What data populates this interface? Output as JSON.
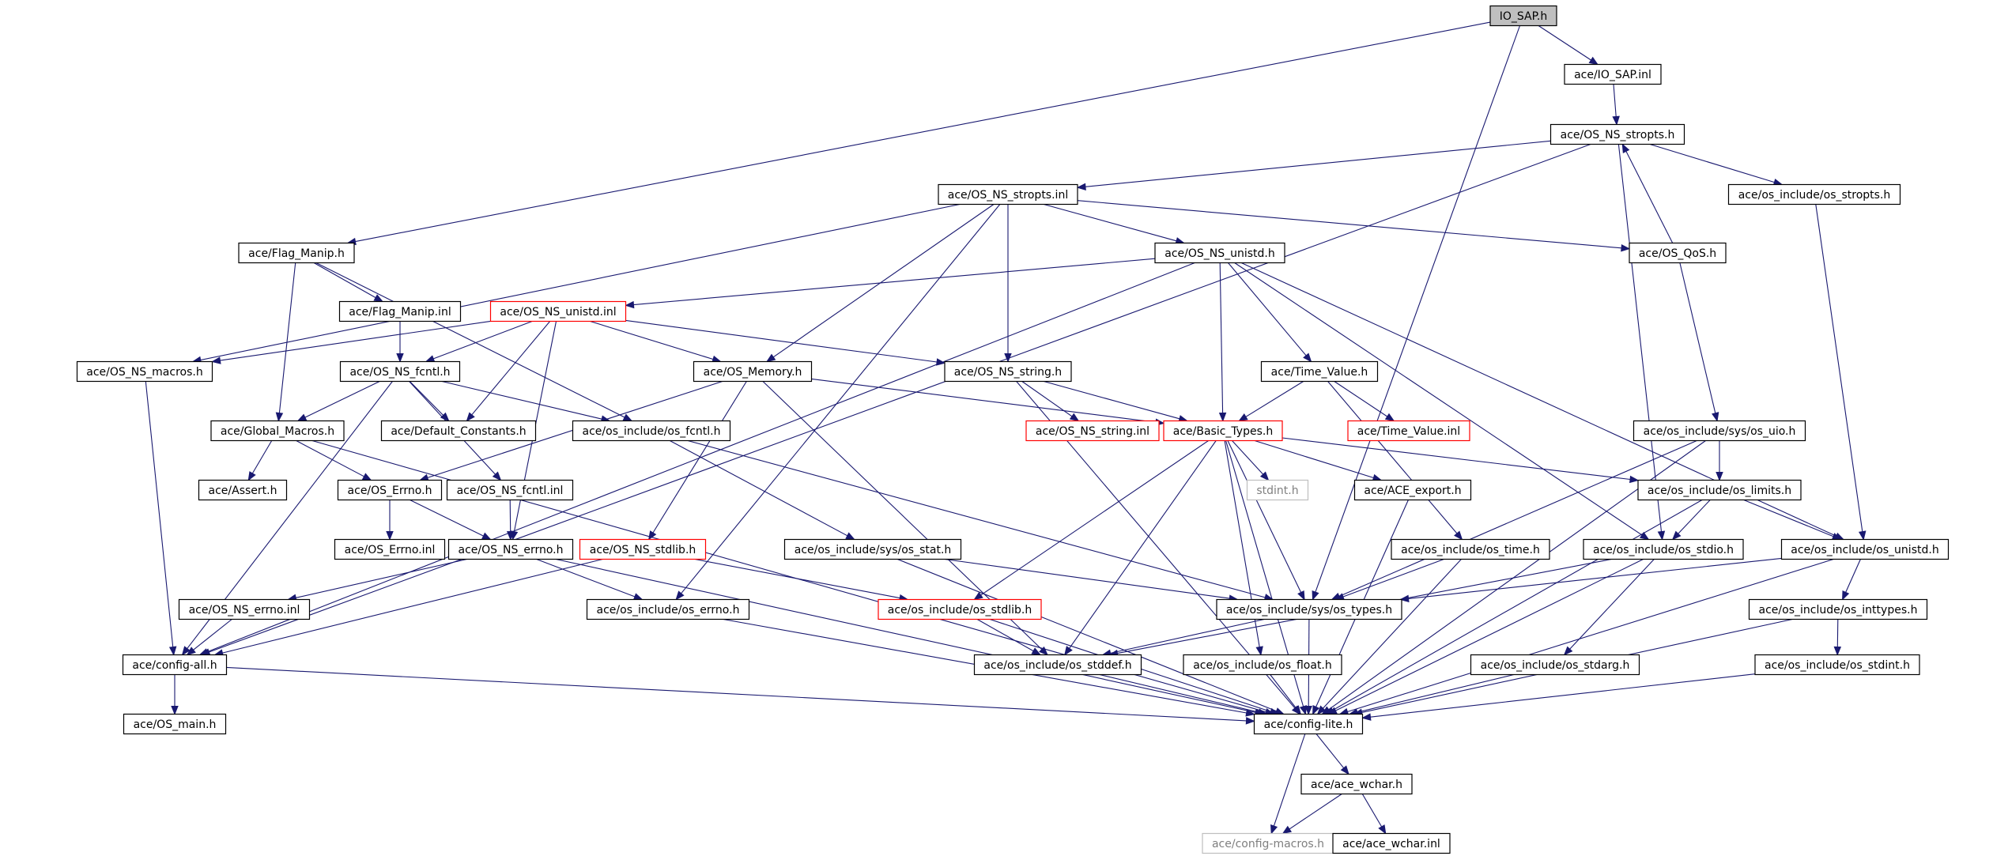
{
  "title": "IO_SAP.h include dependency graph",
  "colors": {
    "edge": "#191970",
    "root_fill": "#bfbfbf",
    "documented_border": "#000000",
    "truncated_border": "#ff0000",
    "undocumented_border": "#bfbfbf",
    "undocumented_text": "#7f7f7f"
  },
  "nodes": [
    {
      "id": "io_sap_h",
      "label": "IO_SAP.h",
      "style": "root"
    },
    {
      "id": "io_sap_inl",
      "label": "ace/IO_SAP.inl",
      "style": "normal"
    },
    {
      "id": "os_ns_stropts_h",
      "label": "ace/OS_NS_stropts.h",
      "style": "normal"
    },
    {
      "id": "os_ns_stropts_inl",
      "label": "ace/OS_NS_stropts.inl",
      "style": "normal"
    },
    {
      "id": "os_stropts_h",
      "label": "ace/os_include/os_stropts.h",
      "style": "normal"
    },
    {
      "id": "flag_manip_h",
      "label": "ace/Flag_Manip.h",
      "style": "normal"
    },
    {
      "id": "os_ns_unistd_h",
      "label": "ace/OS_NS_unistd.h",
      "style": "normal"
    },
    {
      "id": "os_qos_h",
      "label": "ace/OS_QoS.h",
      "style": "normal"
    },
    {
      "id": "flag_manip_inl",
      "label": "ace/Flag_Manip.inl",
      "style": "normal"
    },
    {
      "id": "os_ns_unistd_inl",
      "label": "ace/OS_NS_unistd.inl",
      "style": "truncated"
    },
    {
      "id": "os_ns_macros_h",
      "label": "ace/OS_NS_macros.h",
      "style": "normal"
    },
    {
      "id": "os_ns_fcntl_h",
      "label": "ace/OS_NS_fcntl.h",
      "style": "normal"
    },
    {
      "id": "os_memory_h",
      "label": "ace/OS_Memory.h",
      "style": "normal"
    },
    {
      "id": "os_ns_string_h",
      "label": "ace/OS_NS_string.h",
      "style": "normal"
    },
    {
      "id": "time_value_h",
      "label": "ace/Time_Value.h",
      "style": "normal"
    },
    {
      "id": "global_macros_h",
      "label": "ace/Global_Macros.h",
      "style": "normal"
    },
    {
      "id": "default_constants_h",
      "label": "ace/Default_Constants.h",
      "style": "normal"
    },
    {
      "id": "os_fcntl_h",
      "label": "ace/os_include/os_fcntl.h",
      "style": "normal"
    },
    {
      "id": "os_ns_string_inl",
      "label": "ace/OS_NS_string.inl",
      "style": "truncated"
    },
    {
      "id": "basic_types_h",
      "label": "ace/Basic_Types.h",
      "style": "truncated"
    },
    {
      "id": "time_value_inl",
      "label": "ace/Time_Value.inl",
      "style": "truncated"
    },
    {
      "id": "os_uio_h",
      "label": "ace/os_include/sys/os_uio.h",
      "style": "normal"
    },
    {
      "id": "assert_h",
      "label": "ace/Assert.h",
      "style": "normal"
    },
    {
      "id": "os_errno_h_ace",
      "label": "ace/OS_Errno.h",
      "style": "normal"
    },
    {
      "id": "os_ns_fcntl_inl",
      "label": "ace/OS_NS_fcntl.inl",
      "style": "normal"
    },
    {
      "id": "stdint_h",
      "label": "stdint.h",
      "style": "undocumented"
    },
    {
      "id": "ace_export_h",
      "label": "ace/ACE_export.h",
      "style": "normal"
    },
    {
      "id": "os_limits_h",
      "label": "ace/os_include/os_limits.h",
      "style": "normal"
    },
    {
      "id": "os_errno_inl",
      "label": "ace/OS_Errno.inl",
      "style": "normal"
    },
    {
      "id": "os_ns_errno_h",
      "label": "ace/OS_NS_errno.h",
      "style": "normal"
    },
    {
      "id": "os_ns_stdlib_h",
      "label": "ace/OS_NS_stdlib.h",
      "style": "truncated"
    },
    {
      "id": "os_stat_h",
      "label": "ace/os_include/sys/os_stat.h",
      "style": "normal"
    },
    {
      "id": "os_time_h",
      "label": "ace/os_include/os_time.h",
      "style": "normal"
    },
    {
      "id": "os_stdio_h",
      "label": "ace/os_include/os_stdio.h",
      "style": "normal"
    },
    {
      "id": "os_unistd_h",
      "label": "ace/os_include/os_unistd.h",
      "style": "normal"
    },
    {
      "id": "os_ns_errno_inl",
      "label": "ace/OS_NS_errno.inl",
      "style": "normal"
    },
    {
      "id": "os_include_errno_h",
      "label": "ace/os_include/os_errno.h",
      "style": "normal"
    },
    {
      "id": "os_stdlib_h",
      "label": "ace/os_include/os_stdlib.h",
      "style": "truncated"
    },
    {
      "id": "os_types_h",
      "label": "ace/os_include/sys/os_types.h",
      "style": "normal"
    },
    {
      "id": "os_inttypes_h",
      "label": "ace/os_include/os_inttypes.h",
      "style": "normal"
    },
    {
      "id": "config_all_h",
      "label": "ace/config-all.h",
      "style": "normal"
    },
    {
      "id": "os_stddef_h",
      "label": "ace/os_include/os_stddef.h",
      "style": "normal"
    },
    {
      "id": "os_float_h",
      "label": "ace/os_include/os_float.h",
      "style": "normal"
    },
    {
      "id": "os_stdarg_h",
      "label": "ace/os_include/os_stdarg.h",
      "style": "normal"
    },
    {
      "id": "os_stdint_h",
      "label": "ace/os_include/os_stdint.h",
      "style": "normal"
    },
    {
      "id": "os_main_h",
      "label": "ace/OS_main.h",
      "style": "normal"
    },
    {
      "id": "config_lite_h",
      "label": "ace/config-lite.h",
      "style": "normal"
    },
    {
      "id": "ace_wchar_h",
      "label": "ace/ace_wchar.h",
      "style": "normal"
    },
    {
      "id": "config_macros_h",
      "label": "ace/config-macros.h",
      "style": "undocumented"
    },
    {
      "id": "ace_wchar_inl",
      "label": "ace/ace_wchar.inl",
      "style": "normal"
    }
  ],
  "edges": [
    [
      "io_sap_h",
      "io_sap_inl"
    ],
    [
      "io_sap_h",
      "flag_manip_h"
    ],
    [
      "io_sap_h",
      "os_types_h"
    ],
    [
      "io_sap_inl",
      "os_ns_stropts_h"
    ],
    [
      "os_ns_stropts_h",
      "os_ns_stropts_inl"
    ],
    [
      "os_ns_stropts_h",
      "os_stropts_h"
    ],
    [
      "os_ns_stropts_h",
      "config_all_h"
    ],
    [
      "os_ns_stropts_h",
      "os_stdio_h"
    ],
    [
      "os_qos_h",
      "os_ns_stropts_h"
    ],
    [
      "os_qos_h",
      "os_uio_h"
    ],
    [
      "os_ns_stropts_inl",
      "os_ns_unistd_h"
    ],
    [
      "os_ns_stropts_inl",
      "os_qos_h"
    ],
    [
      "os_ns_stropts_inl",
      "os_ns_string_h"
    ],
    [
      "os_ns_stropts_inl",
      "os_memory_h"
    ],
    [
      "os_ns_stropts_inl",
      "os_ns_macros_h"
    ],
    [
      "os_ns_stropts_inl",
      "os_include_errno_h"
    ],
    [
      "os_stropts_h",
      "os_unistd_h"
    ],
    [
      "flag_manip_h",
      "flag_manip_inl"
    ],
    [
      "flag_manip_h",
      "global_macros_h"
    ],
    [
      "flag_manip_h",
      "os_fcntl_h"
    ],
    [
      "flag_manip_inl",
      "os_ns_fcntl_h"
    ],
    [
      "os_ns_unistd_h",
      "os_ns_unistd_inl"
    ],
    [
      "os_ns_unistd_h",
      "basic_types_h"
    ],
    [
      "os_ns_unistd_h",
      "time_value_h"
    ],
    [
      "os_ns_unistd_h",
      "os_unistd_h"
    ],
    [
      "os_ns_unistd_h",
      "os_stdio_h"
    ],
    [
      "os_ns_unistd_h",
      "config_all_h"
    ],
    [
      "os_ns_unistd_inl",
      "os_ns_macros_h"
    ],
    [
      "os_ns_unistd_inl",
      "os_ns_fcntl_h"
    ],
    [
      "os_ns_unistd_inl",
      "default_constants_h"
    ],
    [
      "os_ns_unistd_inl",
      "os_memory_h"
    ],
    [
      "os_ns_unistd_inl",
      "os_ns_string_h"
    ],
    [
      "os_ns_unistd_inl",
      "os_ns_errno_h"
    ],
    [
      "os_ns_macros_h",
      "config_all_h"
    ],
    [
      "os_ns_fcntl_h",
      "global_macros_h"
    ],
    [
      "os_ns_fcntl_h",
      "default_constants_h"
    ],
    [
      "os_ns_fcntl_h",
      "os_fcntl_h"
    ],
    [
      "os_ns_fcntl_h",
      "os_ns_fcntl_inl"
    ],
    [
      "os_ns_fcntl_h",
      "config_all_h"
    ],
    [
      "os_memory_h",
      "basic_types_h"
    ],
    [
      "os_memory_h",
      "os_errno_h_ace"
    ],
    [
      "os_memory_h",
      "os_ns_stdlib_h"
    ],
    [
      "os_memory_h",
      "os_stddef_h"
    ],
    [
      "os_ns_string_h",
      "os_ns_string_inl"
    ],
    [
      "os_ns_string_h",
      "basic_types_h"
    ],
    [
      "os_ns_string_h",
      "config_lite_h"
    ],
    [
      "time_value_h",
      "basic_types_h"
    ],
    [
      "time_value_h",
      "time_value_inl"
    ],
    [
      "time_value_h",
      "os_time_h"
    ],
    [
      "global_macros_h",
      "assert_h"
    ],
    [
      "global_macros_h",
      "os_errno_h_ace"
    ],
    [
      "global_macros_h",
      "config_lite_h"
    ],
    [
      "os_fcntl_h",
      "os_stat_h"
    ],
    [
      "os_fcntl_h",
      "os_types_h"
    ],
    [
      "basic_types_h",
      "stdint_h"
    ],
    [
      "basic_types_h",
      "ace_export_h"
    ],
    [
      "basic_types_h",
      "os_limits_h"
    ],
    [
      "basic_types_h",
      "os_types_h"
    ],
    [
      "basic_types_h",
      "os_stdlib_h"
    ],
    [
      "basic_types_h",
      "os_stddef_h"
    ],
    [
      "basic_types_h",
      "os_float_h"
    ],
    [
      "basic_types_h",
      "config_lite_h"
    ],
    [
      "os_uio_h",
      "os_limits_h"
    ],
    [
      "os_uio_h",
      "os_types_h"
    ],
    [
      "os_uio_h",
      "config_lite_h"
    ],
    [
      "os_errno_h_ace",
      "os_errno_inl"
    ],
    [
      "os_errno_h_ace",
      "os_ns_errno_h"
    ],
    [
      "os_ns_fcntl_inl",
      "os_ns_errno_h"
    ],
    [
      "ace_export_h",
      "config_lite_h"
    ],
    [
      "os_limits_h",
      "os_stdio_h"
    ],
    [
      "os_limits_h",
      "os_unistd_h"
    ],
    [
      "os_limits_h",
      "config_lite_h"
    ],
    [
      "os_ns_errno_h",
      "os_ns_errno_inl"
    ],
    [
      "os_ns_errno_h",
      "os_include_errno_h"
    ],
    [
      "os_ns_errno_h",
      "config_lite_h"
    ],
    [
      "os_ns_stdlib_h",
      "os_stdlib_h"
    ],
    [
      "os_ns_stdlib_h",
      "config_all_h"
    ],
    [
      "os_stat_h",
      "os_types_h"
    ],
    [
      "os_stat_h",
      "config_lite_h"
    ],
    [
      "os_time_h",
      "os_types_h"
    ],
    [
      "os_time_h",
      "config_lite_h"
    ],
    [
      "os_stdio_h",
      "os_stdarg_h"
    ],
    [
      "os_stdio_h",
      "os_stddef_h"
    ],
    [
      "os_stdio_h",
      "config_lite_h"
    ],
    [
      "os_unistd_h",
      "os_inttypes_h"
    ],
    [
      "os_unistd_h",
      "os_types_h"
    ],
    [
      "os_unistd_h",
      "config_lite_h"
    ],
    [
      "os_ns_errno_inl",
      "config_all_h"
    ],
    [
      "os_include_errno_h",
      "config_lite_h"
    ],
    [
      "os_stdlib_h",
      "os_stddef_h"
    ],
    [
      "os_stdlib_h",
      "config_lite_h"
    ],
    [
      "os_types_h",
      "os_stddef_h"
    ],
    [
      "os_types_h",
      "config_lite_h"
    ],
    [
      "os_inttypes_h",
      "os_stdint_h"
    ],
    [
      "os_inttypes_h",
      "config_lite_h"
    ],
    [
      "config_all_h",
      "os_main_h"
    ],
    [
      "config_all_h",
      "config_lite_h"
    ],
    [
      "os_stddef_h",
      "config_lite_h"
    ],
    [
      "os_float_h",
      "config_lite_h"
    ],
    [
      "os_stdarg_h",
      "config_lite_h"
    ],
    [
      "os_stdint_h",
      "config_lite_h"
    ],
    [
      "config_lite_h",
      "ace_wchar_h"
    ],
    [
      "config_lite_h",
      "config_macros_h"
    ],
    [
      "ace_wchar_h",
      "config_macros_h"
    ],
    [
      "ace_wchar_h",
      "ace_wchar_inl"
    ]
  ]
}
